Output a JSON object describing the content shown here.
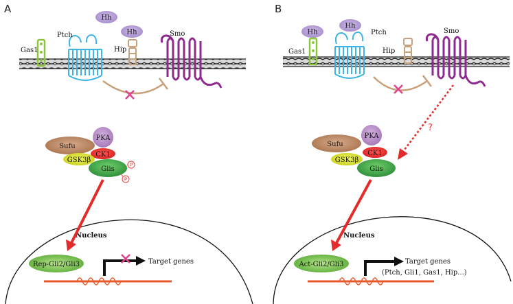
{
  "panels": {
    "a": {
      "label": "A",
      "ligand1": "Hh",
      "ligand2": "Hh",
      "receptor": "Ptch",
      "coreceptor": "Gas1",
      "hip": "Hip",
      "smo": "Smo",
      "sufu": "Sufu",
      "pka": "PKA",
      "ck1": "CK1",
      "gsk3b": "GSK3β",
      "glis": "Glis",
      "phospho1": "P",
      "phospho2": "P",
      "nucleus": "Nucleus",
      "repressor": "Rep-Gli2/Gli3",
      "target": "Target genes"
    },
    "b": {
      "label": "B",
      "ligand1": "Hh",
      "ligand2": "Hh",
      "receptor": "Ptch",
      "coreceptor": "Gas1",
      "hip": "Hip",
      "smo": "Smo",
      "sufu": "Sufu",
      "pka": "PKA",
      "ck1": "CK1",
      "gsk3b": "GSK3β",
      "glis": "Glis",
      "question": "?",
      "nucleus": "Nucleus",
      "activator": "Act-Gli2/Gli3",
      "target": "Target genes",
      "target_list": "(Ptch, Gli1, Gas1, Hip...)"
    }
  },
  "colors": {
    "hh": "#b9a3d9",
    "ptch": "#3cb4e6",
    "gas1": "#8cc63f",
    "hip": "#c8a07a",
    "smo": "#8e2a8e",
    "sufu": "#b98662",
    "pka": "#b98cc8",
    "ck1": "#e8282a",
    "gsk3b": "#d9df2a",
    "glis": "#3fa34d",
    "arrow": "#e32b2b",
    "inhibit": "#e0468c",
    "dna": "#e85a2c"
  }
}
